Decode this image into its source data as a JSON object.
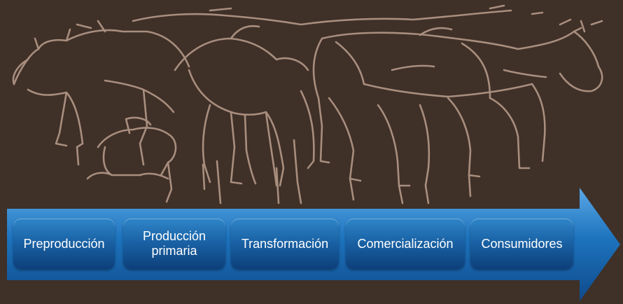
{
  "diagram": {
    "stages": [
      {
        "label": "Preproducción"
      },
      {
        "label": "Producción\nprimaria"
      },
      {
        "label": "Transformación"
      },
      {
        "label": "Comercialización"
      },
      {
        "label": "Consumidores"
      }
    ]
  },
  "colors": {
    "background": "#3f3028",
    "sketch_line": "#a88e7e",
    "arrow": "#1d73bd",
    "stage_box": "#1a63a6",
    "stage_text": "#ffffff"
  }
}
